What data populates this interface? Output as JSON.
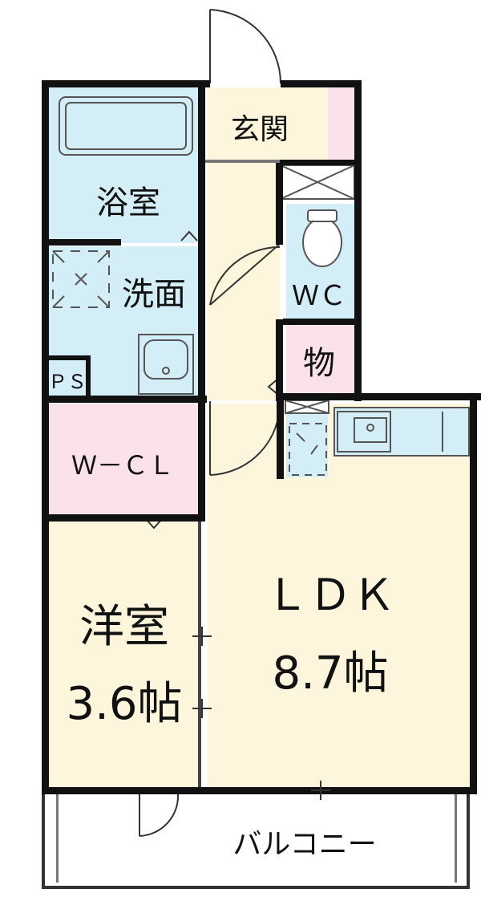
{
  "rooms": {
    "entrance": "玄関",
    "bath": "浴室",
    "washroom": "洗面",
    "wc": "ＷＣ",
    "storage": "物",
    "ps": "ＰＳ",
    "wcl": "Ｗ－ＣＬ",
    "western_name": "洋室",
    "western_size": "3.6帖",
    "ldk_name": "ＬＤＫ",
    "ldk_size": "8.7帖",
    "balcony": "バルコニー"
  },
  "colors": {
    "bath_blue": "#d4eef8",
    "floor_cream": "#fdf5dc",
    "closet_pink": "#fbe1ea",
    "wall": "#111111",
    "line_gray": "#555555"
  }
}
